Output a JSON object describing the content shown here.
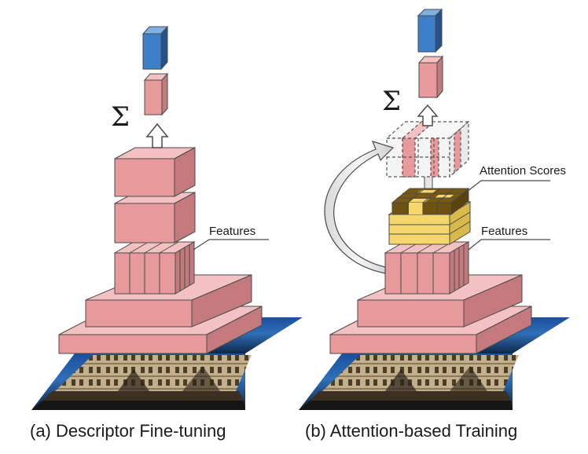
{
  "labels": {
    "features_a": "Features",
    "features_b": "Features",
    "attention_scores": "Attention Scores",
    "sum_a": "Σ",
    "sum_b": "Σ"
  },
  "captions": {
    "a": "(a) Descriptor Fine-tuning",
    "b": "(b) Attention-based Training"
  },
  "colors": {
    "pink_front": "#e8999b",
    "pink_top": "#f3c1c2",
    "pink_side": "#c47a7c",
    "blue_front": "#3d7fc9",
    "blue_top": "#7fb0e6",
    "blue_side": "#24528c",
    "yellow_front": "#f5d76e",
    "yellow_top": "#f9e79f",
    "brown": "#7a5a12",
    "stroke": "#4a4a4a"
  }
}
